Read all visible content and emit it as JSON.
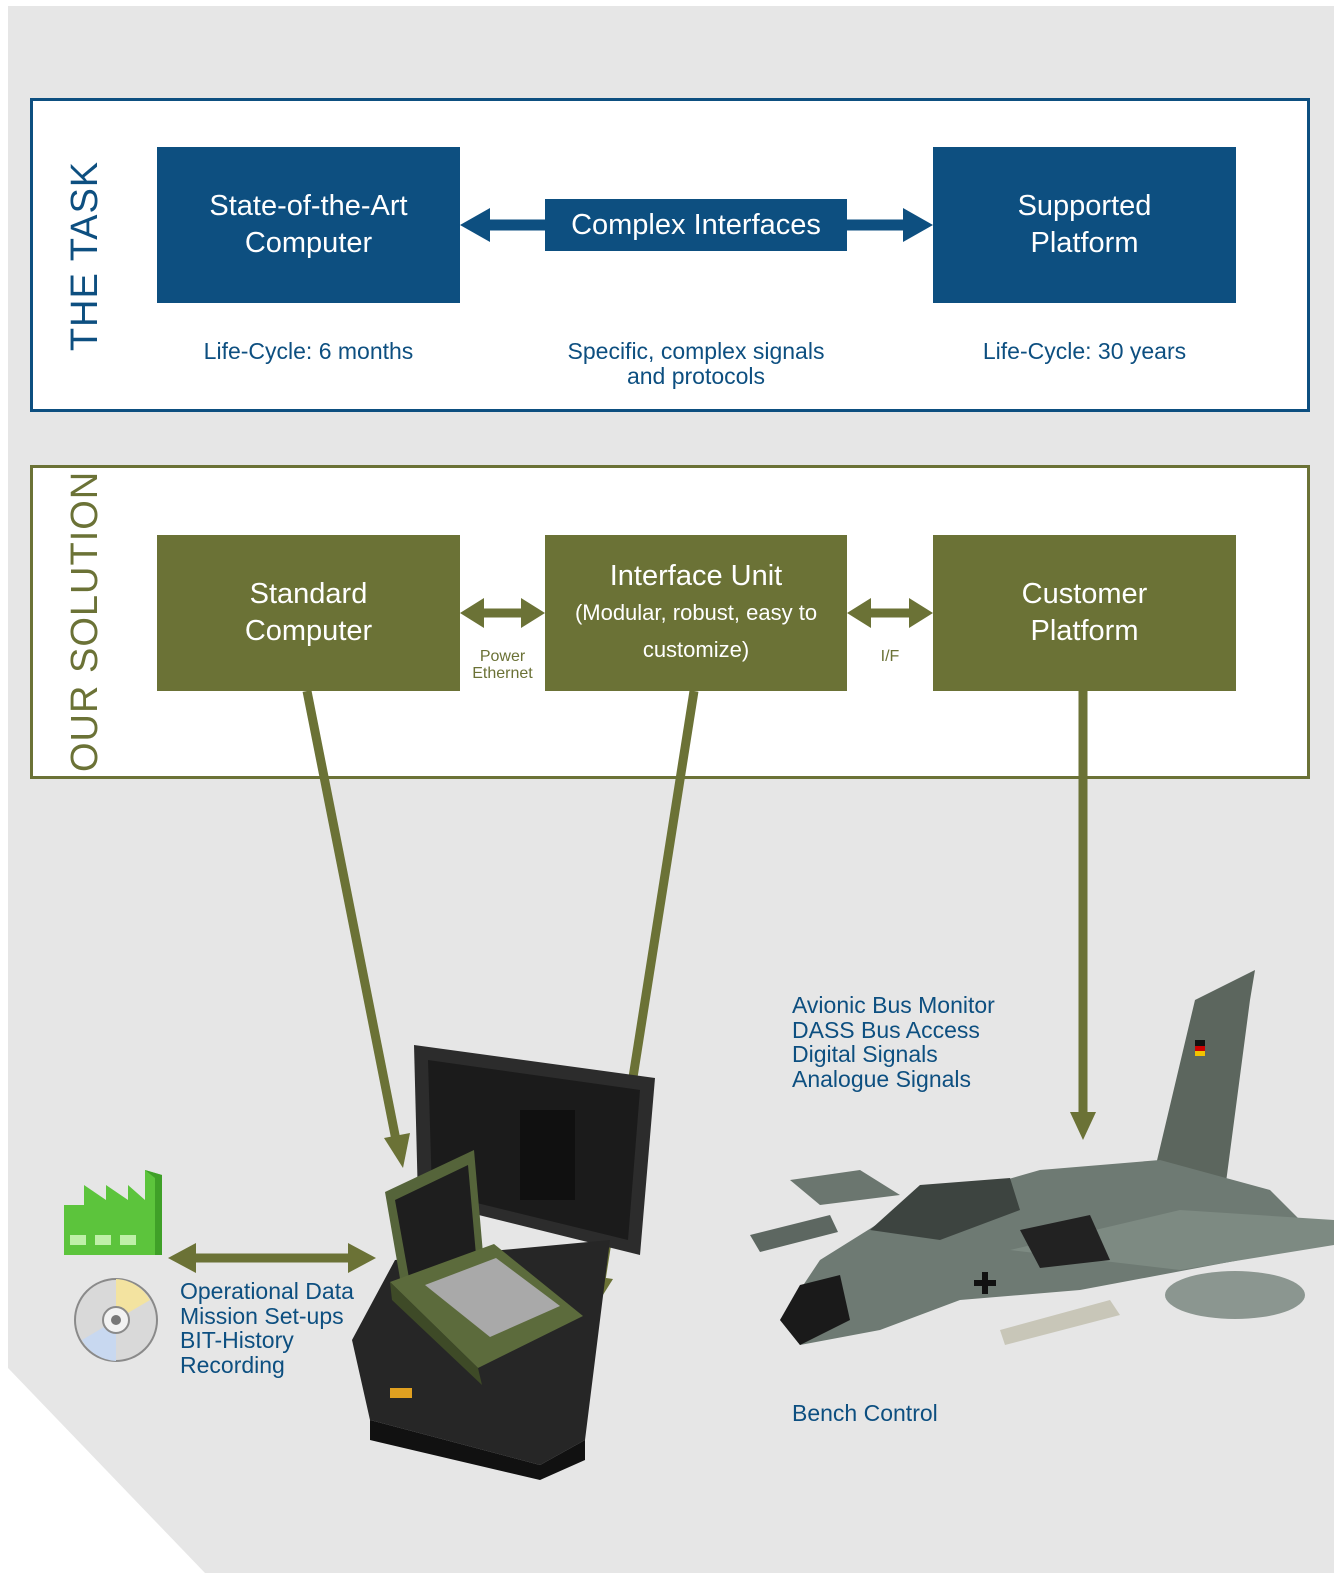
{
  "task": {
    "section_label": "THE TASK",
    "computer_box": "State-of-the-Art Computer",
    "interfaces_box": "Complex Interfaces",
    "platform_box": "Supported Platform",
    "computer_caption": "Life-Cycle: 6 months",
    "interfaces_caption_line1": "Specific, complex signals",
    "interfaces_caption_line2": "and protocols",
    "platform_caption": "Life-Cycle: 30 years"
  },
  "solution": {
    "section_label": "OUR SOLUTION",
    "computer_box": "Standard Computer",
    "interface_unit_title": "Interface Unit",
    "interface_unit_subtitle": "(Modular, robust, easy to customize)",
    "platform_box": "Customer Platform",
    "link_left_line1": "Power",
    "link_left_line2": "Ethernet",
    "link_right": "I/F"
  },
  "bench_list": [
    "Avionic Bus Monitor",
    "DASS Bus Access",
    "Digital Signals",
    "Analogue Signals"
  ],
  "data_list": [
    "Operational Data",
    "Mission Set-ups",
    "BIT-History",
    "Recording"
  ],
  "bench_control": "Bench Control",
  "colors": {
    "task_blue": "#0d4f80",
    "solution_olive": "#6b7236",
    "factory_green": "#5cc43c",
    "background_gray": "#e6e6e6"
  },
  "icons": [
    "factory-icon",
    "cd-icon",
    "rugged-laptop-case",
    "tornado-jet"
  ]
}
